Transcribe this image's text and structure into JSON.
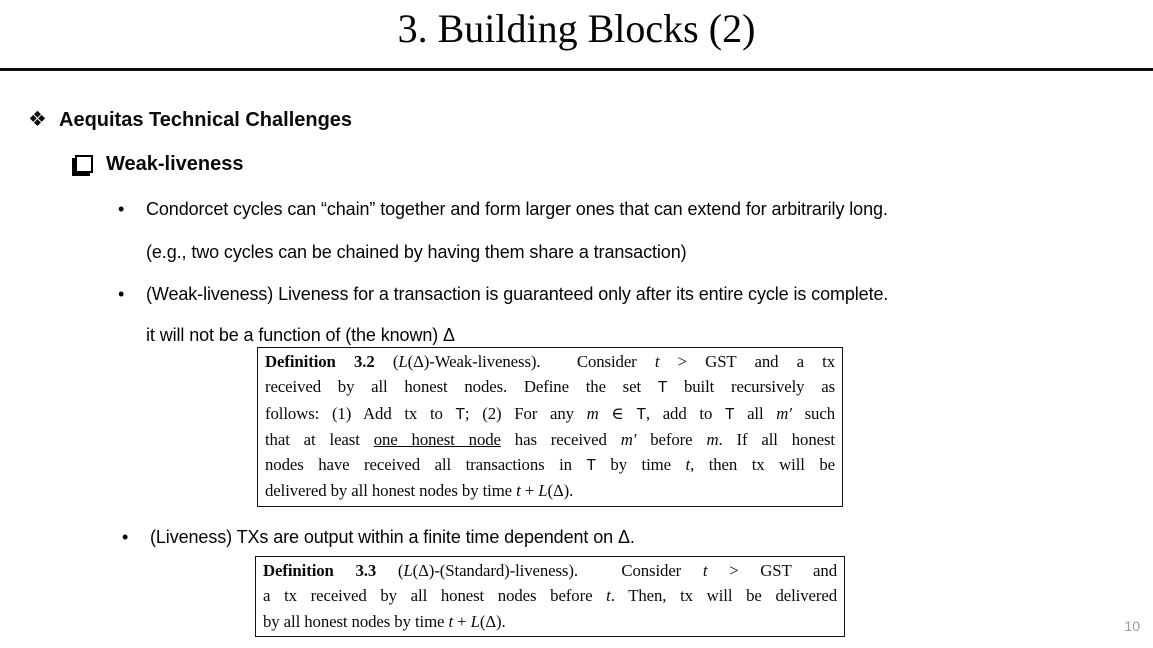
{
  "slide": {
    "title": "3. Building Blocks (2)",
    "page_number": "10"
  },
  "glyphs": {
    "section_bullet": "❖",
    "list_bullet": "•"
  },
  "colors": {
    "background": "#ffffff",
    "text": "#000000",
    "divider": "#0f0f0f",
    "box_border": "#141414",
    "page_number": "#9b9b9b"
  },
  "content": {
    "section_header": "Aequitas Technical Challenges",
    "subsection_header": "Weak-liveness",
    "bullets": [
      {
        "line1": "Condorcet cycles can “chain” together and form larger ones that can extend for arbitrarily long.",
        "line2": "(e.g., two cycles can be chained by having them share a transaction)"
      },
      {
        "line1": "(Weak-liveness) Liveness for a transaction is guaranteed only after its entire cycle is complete.",
        "line2": "it will not be a function of (the known) Δ"
      },
      {
        "line1": "(Liveness) TXs are output within a finite time dependent on Δ."
      }
    ]
  },
  "definition_32": {
    "label": "Definition 3.2",
    "lines": [
      [
        {
          "t": "Definition 3.2",
          "s": "b"
        },
        {
          "t": " ("
        },
        {
          "t": "L",
          "s": "i"
        },
        {
          "t": "(Δ)-Weak-liveness)."
        },
        {
          "t": "  Consider "
        },
        {
          "t": "t",
          "s": "i"
        },
        {
          "t": " > GST and a tx"
        }
      ],
      [
        {
          "t": "received by all honest nodes. Define the set "
        },
        {
          "t": "T",
          "s": "sans"
        },
        {
          "t": " built recursively as"
        }
      ],
      [
        {
          "t": "follows: (1) Add tx to "
        },
        {
          "t": "T",
          "s": "sans"
        },
        {
          "t": "; (2) For any "
        },
        {
          "t": "m",
          "s": "i"
        },
        {
          "t": " ∈ "
        },
        {
          "t": "T",
          "s": "sans"
        },
        {
          "t": ", add to "
        },
        {
          "t": "T",
          "s": "sans"
        },
        {
          "t": " all "
        },
        {
          "t": "m′",
          "s": "i"
        },
        {
          "t": " such"
        }
      ],
      [
        {
          "t": "that at least "
        },
        {
          "t": "one honest node",
          "s": "u"
        },
        {
          "t": " has received "
        },
        {
          "t": "m′",
          "s": "i"
        },
        {
          "t": " before "
        },
        {
          "t": "m",
          "s": "i"
        },
        {
          "t": ". If all honest"
        }
      ],
      [
        {
          "t": "nodes have received all transactions in "
        },
        {
          "t": "T",
          "s": "sans"
        },
        {
          "t": " by time "
        },
        {
          "t": "t",
          "s": "i"
        },
        {
          "t": ", then tx will be"
        }
      ],
      [
        {
          "t": "delivered by all honest nodes by time "
        },
        {
          "t": "t",
          "s": "i"
        },
        {
          "t": " + "
        },
        {
          "t": "L",
          "s": "i"
        },
        {
          "t": "(Δ)."
        }
      ]
    ]
  },
  "definition_33": {
    "label": "Definition 3.3",
    "lines": [
      [
        {
          "t": "Definition 3.3",
          "s": "b"
        },
        {
          "t": " ("
        },
        {
          "t": "L",
          "s": "i"
        },
        {
          "t": "(Δ)-(Standard)-liveness)."
        },
        {
          "t": "  Consider "
        },
        {
          "t": "t",
          "s": "i"
        },
        {
          "t": " > GST and"
        }
      ],
      [
        {
          "t": "a tx received by all honest nodes before "
        },
        {
          "t": "t",
          "s": "i"
        },
        {
          "t": ". Then, tx will be delivered"
        }
      ],
      [
        {
          "t": "by all honest nodes by time "
        },
        {
          "t": "t",
          "s": "i"
        },
        {
          "t": " + "
        },
        {
          "t": "L",
          "s": "i"
        },
        {
          "t": "(Δ)."
        }
      ]
    ]
  }
}
